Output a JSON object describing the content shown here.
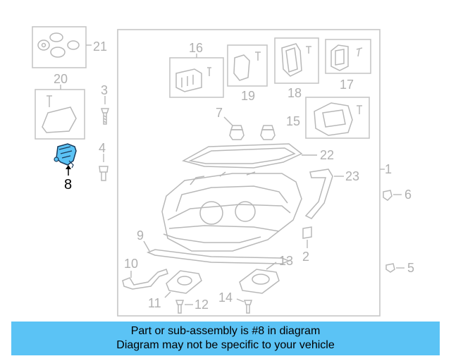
{
  "diagram": {
    "callouts": [
      "1",
      "2",
      "3",
      "4",
      "5",
      "6",
      "7",
      "8",
      "9",
      "10",
      "11",
      "12",
      "13",
      "14",
      "15",
      "16",
      "17",
      "18",
      "19",
      "20",
      "21",
      "22",
      "23"
    ],
    "highlighted_part": "8",
    "highlight_color": "#5bc3f5"
  },
  "footer": {
    "line1": "Part or sub-assembly is #8 in diagram",
    "line2": "Diagram may not be specific to your vehicle",
    "background": "#5bc3f5"
  }
}
